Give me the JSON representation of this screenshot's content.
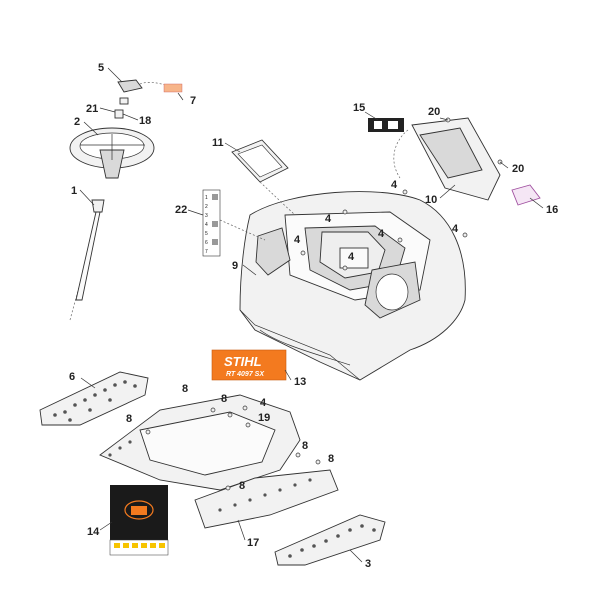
{
  "brand": {
    "logo": "STIHL",
    "model": "RT 4097 SX",
    "accent_color": "#f37a1f"
  },
  "callouts": {
    "c1": "1",
    "c2": "2",
    "c3": "3",
    "c4a": "4",
    "c4b": "4",
    "c4c": "4",
    "c4d": "4",
    "c4e": "4",
    "c4f": "4",
    "c4g": "4",
    "c5": "5",
    "c6": "6",
    "c7": "7",
    "c8a": "8",
    "c8b": "8",
    "c8c": "8",
    "c8d": "8",
    "c8e": "8",
    "c8f": "8",
    "c9": "9",
    "c10": "10",
    "c11": "11",
    "c13": "13",
    "c14": "14",
    "c15": "15",
    "c16": "16",
    "c17": "17",
    "c18": "18",
    "c19": "19",
    "c20a": "20",
    "c20b": "20",
    "c21": "21",
    "c22": "22"
  },
  "legend_22": [
    "1",
    "2",
    "3",
    "4",
    "5",
    "6",
    "7"
  ]
}
